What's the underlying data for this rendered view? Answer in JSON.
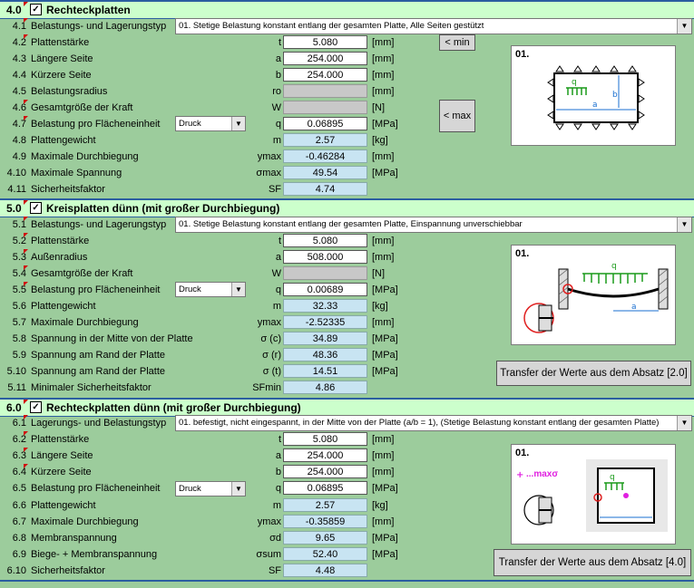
{
  "s4": {
    "num": "4.0",
    "title": "Rechteckplatten",
    "dropdown": "01. Stetige Belastung konstant entlang der gesamten Platte, Alle Seiten gestützt",
    "btn_min": "< min",
    "btn_max": "< max",
    "load_mode": "Druck",
    "pic_label": "01.",
    "rows": [
      {
        "n": "4.1",
        "label": "Belastungs- und Lagerungstyp",
        "sym": "",
        "val": "",
        "unit": ""
      },
      {
        "n": "4.2",
        "label": "Plattenstärke",
        "sym": "t",
        "val": "5.080",
        "unit": "[mm]"
      },
      {
        "n": "4.3",
        "label": "Längere Seite",
        "sym": "a",
        "val": "254.000",
        "unit": "[mm]"
      },
      {
        "n": "4.4",
        "label": "Kürzere Seite",
        "sym": "b",
        "val": "254.000",
        "unit": "[mm]"
      },
      {
        "n": "4.5",
        "label": "Belastungsradius",
        "sym": "ro",
        "val": "",
        "unit": "[mm]"
      },
      {
        "n": "4.6",
        "label": "Gesamtgröße der Kraft",
        "sym": "W",
        "val": "",
        "unit": "[N]"
      },
      {
        "n": "4.7",
        "label": "Belastung pro Flächeneinheit",
        "sym": "q",
        "val": "0.06895",
        "unit": "[MPa]"
      },
      {
        "n": "4.8",
        "label": "Plattengewicht",
        "sym": "m",
        "val": "2.57",
        "unit": "[kg]"
      },
      {
        "n": "4.9",
        "label": "Maximale Durchbiegung",
        "sym": "ymax",
        "val": "-0.46284",
        "unit": "[mm]"
      },
      {
        "n": "4.10",
        "label": "Maximale Spannung",
        "sym": "σmax",
        "val": "49.54",
        "unit": "[MPa]"
      },
      {
        "n": "4.11",
        "label": "Sicherheitsfaktor",
        "sym": "SF",
        "val": "4.74",
        "unit": ""
      }
    ]
  },
  "s5": {
    "num": "5.0",
    "title": "Kreisplatten dünn (mit großer Durchbiegung)",
    "dropdown": "01. Stetige Belastung konstant entlang der gesamten Platte, Einspannung unverschiebbar",
    "load_mode": "Druck",
    "pic_label": "01.",
    "btn_transfer": "Transfer der Werte aus dem Absatz [2.0]",
    "rows": [
      {
        "n": "5.1",
        "label": "Belastungs- und Lagerungstyp",
        "sym": "",
        "val": "",
        "unit": ""
      },
      {
        "n": "5.2",
        "label": "Plattenstärke",
        "sym": "t",
        "val": "5.080",
        "unit": "[mm]"
      },
      {
        "n": "5.3",
        "label": "Außenradius",
        "sym": "a",
        "val": "508.000",
        "unit": "[mm]"
      },
      {
        "n": "5.4",
        "label": "Gesamtgröße der Kraft",
        "sym": "W",
        "val": "",
        "unit": "[N]"
      },
      {
        "n": "5.5",
        "label": "Belastung pro Flächeneinheit",
        "sym": "q",
        "val": "0.00689",
        "unit": "[MPa]"
      },
      {
        "n": "5.6",
        "label": "Plattengewicht",
        "sym": "m",
        "val": "32.33",
        "unit": "[kg]"
      },
      {
        "n": "5.7",
        "label": "Maximale Durchbiegung",
        "sym": "ymax",
        "val": "-2.52335",
        "unit": "[mm]"
      },
      {
        "n": "5.8",
        "label": "Spannung in der Mitte von der Platte",
        "sym": "σ (c)",
        "val": "34.89",
        "unit": "[MPa]"
      },
      {
        "n": "5.9",
        "label": "Spannung am Rand der Platte",
        "sym": "σ (r)",
        "val": "48.36",
        "unit": "[MPa]"
      },
      {
        "n": "5.10",
        "label": "Spannung am Rand der Platte",
        "sym": "σ (t)",
        "val": "14.51",
        "unit": "[MPa]"
      },
      {
        "n": "5.11",
        "label": "Minimaler Sicherheitsfaktor",
        "sym": "SFmin",
        "val": "4.86",
        "unit": ""
      }
    ]
  },
  "s6": {
    "num": "6.0",
    "title": "Rechteckplatten dünn (mit großer Durchbiegung)",
    "dropdown": "01. befestigt, nicht eingespannt, in der Mitte von der Platte  (a/b = 1), (Stetige Belastung konstant entlang der gesamten Platte)",
    "load_mode": "Druck",
    "pic_label": "01.",
    "pic_max": "...max",
    "btn_transfer": "Transfer der Werte aus dem Absatz [4.0]",
    "rows": [
      {
        "n": "6.1",
        "label": "Lagerungs- und Belastungstyp",
        "sym": "",
        "val": "",
        "unit": ""
      },
      {
        "n": "6.2",
        "label": "Plattenstärke",
        "sym": "t",
        "val": "5.080",
        "unit": "[mm]"
      },
      {
        "n": "6.3",
        "label": "Längere Seite",
        "sym": "a",
        "val": "254.000",
        "unit": "[mm]"
      },
      {
        "n": "6.4",
        "label": "Kürzere Seite",
        "sym": "b",
        "val": "254.000",
        "unit": "[mm]"
      },
      {
        "n": "6.5",
        "label": "Belastung pro Flächeneinheit",
        "sym": "q",
        "val": "0.06895",
        "unit": "[MPa]"
      },
      {
        "n": "6.6",
        "label": "Plattengewicht",
        "sym": "m",
        "val": "2.57",
        "unit": "[kg]"
      },
      {
        "n": "6.7",
        "label": "Maximale Durchbiegung",
        "sym": "ymax",
        "val": "-0.35859",
        "unit": "[mm]"
      },
      {
        "n": "6.8",
        "label": "Membranspannung",
        "sym": "σd",
        "val": "9.65",
        "unit": "[MPa]"
      },
      {
        "n": "6.9",
        "label": "Biege- + Membranspannung",
        "sym": "σsum",
        "val": "52.40",
        "unit": "[MPa]"
      },
      {
        "n": "6.10",
        "label": "Sicherheitsfaktor",
        "sym": "SF",
        "val": "4.48",
        "unit": ""
      }
    ]
  }
}
